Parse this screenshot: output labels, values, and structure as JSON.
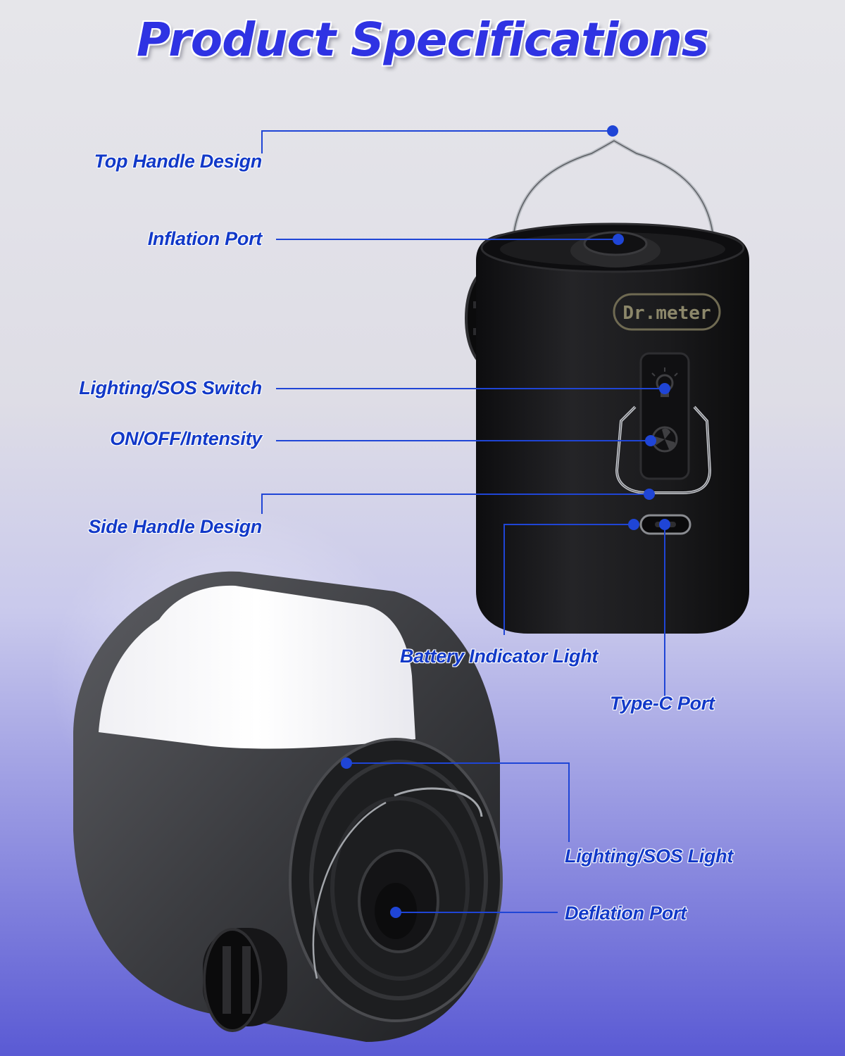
{
  "title": "Product Specifications",
  "brand": "Dr.meter",
  "colors": {
    "accent": "#2f33e3",
    "label": "#1239c8",
    "line": "#1f45d6",
    "product": "#1c1c1e"
  },
  "callouts": {
    "top_handle": "Top Handle Design",
    "inflation_port": "Inflation Port",
    "lighting_switch": "Lighting/SOS Switch",
    "on_off": "ON/OFF/Intensity",
    "side_handle": "Side Handle Design",
    "battery_light": "Battery Indicator Light",
    "type_c": "Type-C Port",
    "sos_light": "Lighting/SOS Light",
    "deflation_port": "Deflation Port"
  }
}
